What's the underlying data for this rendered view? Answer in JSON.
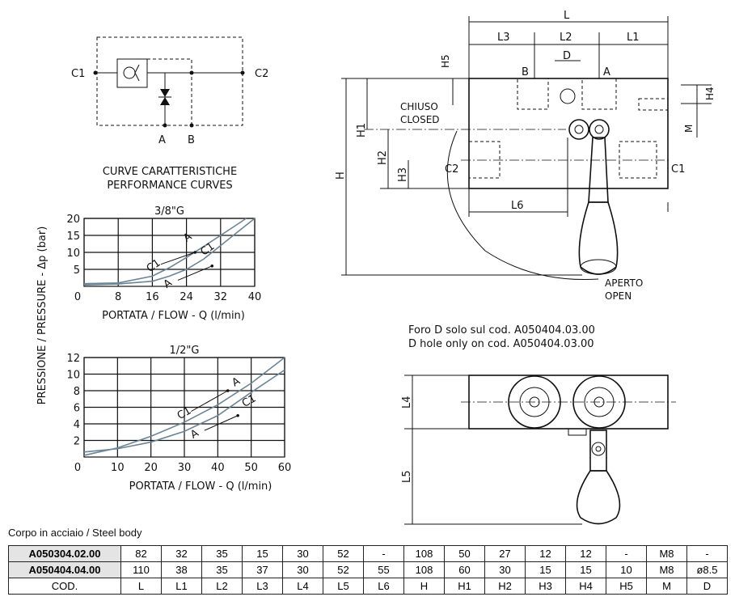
{
  "schematic": {
    "port_c1": "C1",
    "port_c2": "C2",
    "port_a": "A",
    "port_b": "B"
  },
  "curves_title": {
    "it": "CURVE CARATTERISTICHE",
    "en": "PERFORMANCE CURVES"
  },
  "chart_data": [
    {
      "type": "line",
      "title": "3/8\"G",
      "xlabel": "PORTATA / FLOW - Q (l/min)",
      "ylabel": "PRESSIONE / PRESSURE - Δp (bar)",
      "xlim": [
        0,
        40
      ],
      "ylim": [
        0,
        20
      ],
      "xticks": [
        "0",
        "8",
        "16",
        "24",
        "32",
        "40"
      ],
      "yticks": [
        "5",
        "10",
        "15",
        "20"
      ],
      "grid": true,
      "series": [
        {
          "name": "C1 → A",
          "x": [
            0,
            8,
            16,
            20,
            24,
            28,
            32,
            36,
            38
          ],
          "y": [
            0.8,
            1,
            3,
            5.5,
            8.5,
            11.7,
            15,
            18.3,
            20
          ]
        },
        {
          "name": "A → C1",
          "x": [
            0,
            8,
            16,
            20,
            24,
            28,
            32,
            36,
            40
          ],
          "y": [
            0.4,
            0.7,
            1.5,
            3,
            5,
            8,
            12,
            16,
            20
          ]
        }
      ],
      "annotations": [
        {
          "label": "C1",
          "arrow_to": "A"
        },
        {
          "label": "A",
          "arrow_to": "C1"
        }
      ]
    },
    {
      "type": "line",
      "title": "1/2\"G",
      "xlabel": "PORTATA / FLOW - Q (l/min)",
      "ylabel": "PRESSIONE / PRESSURE - Δp (bar)",
      "xlim": [
        0,
        60
      ],
      "ylim": [
        0,
        12
      ],
      "xticks": [
        "0",
        "10",
        "20",
        "30",
        "40",
        "50",
        "60"
      ],
      "yticks": [
        "2",
        "4",
        "6",
        "8",
        "10",
        "12"
      ],
      "grid": true,
      "series": [
        {
          "name": "C1 → A",
          "x": [
            0,
            10,
            20,
            30,
            40,
            50,
            60
          ],
          "y": [
            0.2,
            1.1,
            2.5,
            4.2,
            6.3,
            8.9,
            12
          ]
        },
        {
          "name": "A → C1",
          "x": [
            0,
            10,
            20,
            30,
            40,
            50,
            60
          ],
          "y": [
            0.6,
            1,
            1.8,
            3.1,
            5,
            7.8,
            10.5
          ]
        }
      ],
      "annotations": [
        {
          "label": "C1",
          "arrow_to": "A"
        },
        {
          "label": "A",
          "arrow_to": "C1"
        }
      ]
    }
  ],
  "drawing": {
    "L": "L",
    "L1": "L1",
    "L2": "L2",
    "L3": "L3",
    "D": "D",
    "H5": "H5",
    "H4": "H4",
    "M": "M",
    "H": "H",
    "H1": "H1",
    "H2": "H2",
    "H3": "H3",
    "L6": "L6",
    "L4": "L4",
    "L5": "L5",
    "A": "A",
    "B": "B",
    "C1": "C1",
    "C2": "C2",
    "closed_it": "CHIUSO",
    "closed_en": "CLOSED",
    "open_it": "APERTO",
    "open_en": "OPEN",
    "note_it": "Foro D solo sul cod. A050404.03.00",
    "note_en": "D hole only on cod. A050404.03.00"
  },
  "table": {
    "caption": "Corpo in acciaio / Steel body",
    "rows": [
      [
        "A050304.02.00",
        "82",
        "32",
        "35",
        "15",
        "30",
        "52",
        "-",
        "108",
        "50",
        "27",
        "12",
        "12",
        "-",
        "M8",
        "-"
      ],
      [
        "A050404.04.00",
        "110",
        "38",
        "35",
        "37",
        "30",
        "52",
        "55",
        "108",
        "60",
        "30",
        "15",
        "15",
        "10",
        "M8",
        "ø8.5"
      ]
    ],
    "header": [
      "COD.",
      "L",
      "L1",
      "L2",
      "L3",
      "L4",
      "L5",
      "L6",
      "H",
      "H1",
      "H2",
      "H3",
      "H4",
      "H5",
      "M",
      "D"
    ]
  }
}
